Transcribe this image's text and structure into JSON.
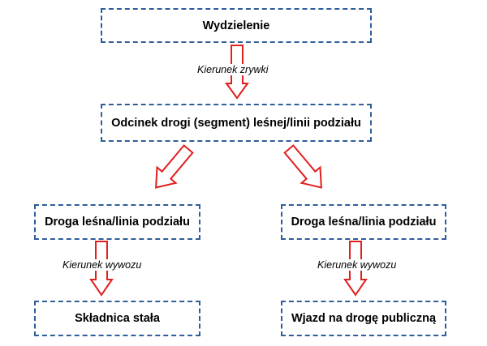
{
  "nodes": {
    "top": "Wydzielenie",
    "segment": "Odcinek drogi (segment) leśnej/linii podziału",
    "road_left": "Droga leśna/linia podziału",
    "road_right": "Droga leśna/linia podziału",
    "depot": "Składnica stała",
    "entry": "Wjazd na drogę publiczną"
  },
  "edges": {
    "skidding": "Kierunek zrywki",
    "haul_left": "Kierunek wywozu",
    "haul_right": "Kierunek wywozu"
  },
  "colors": {
    "box_border": "#2f5d9a",
    "arrow_stroke": "#e0201e"
  }
}
